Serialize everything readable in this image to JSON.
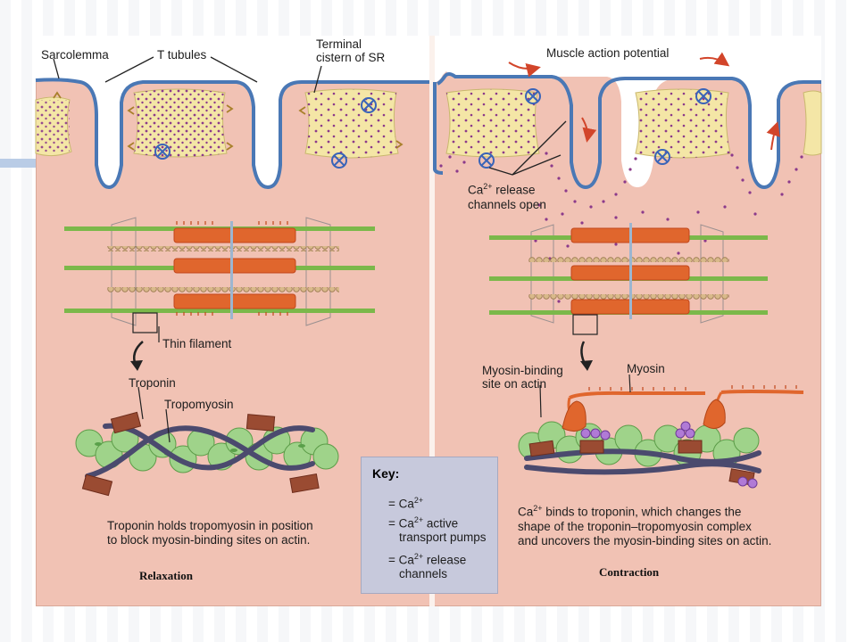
{
  "labels": {
    "sarcolemma": "Sarcolemma",
    "t_tubules": "T tubules",
    "terminal_cistern_1": "Terminal",
    "terminal_cistern_2": "cistern of SR",
    "muscle_action_potential": "Muscle action potential",
    "ca_release_1": "Ca",
    "ca_release_sup": "2+",
    "ca_release_2": " release",
    "ca_release_3": "channels open",
    "thin_filament": "Thin filament",
    "troponin": "Troponin",
    "tropomyosin": "Tropomyosin",
    "myosin_binding_1": "Myosin-binding",
    "myosin_binding_2": "site on actin",
    "myosin": "Myosin"
  },
  "captions": {
    "relaxation_1": "Troponin holds tropomyosin in position",
    "relaxation_2": "to block myosin-binding sites on actin.",
    "contraction_1a": "Ca",
    "contraction_1sup": "2+",
    "contraction_1b": " binds to troponin, which changes the",
    "contraction_2": "shape of the troponin–tropomyosin complex",
    "contraction_3": "and uncovers the myosin-binding sites on actin."
  },
  "states": {
    "relaxation": "Relaxation",
    "contraction": "Contraction"
  },
  "key": {
    "title": "Key:",
    "ca_a": "= Ca",
    "ca_sup": "2+",
    "pump_a": "= Ca",
    "pump_sup": "2+",
    "pump_b": " active",
    "pump_c": "transport pumps",
    "rel_a": "= Ca",
    "rel_sup": "2+",
    "rel_b": " release",
    "rel_c": "channels"
  },
  "colors": {
    "panel": "#f1c2b4",
    "membrane": "#4a78b5",
    "sr": "#f4e6a6",
    "ca_dot": "#8b3a8b",
    "myosin": "#e0662d",
    "actin_green": "#9fd38a",
    "tropomyosin": "#4b4a6e",
    "troponin": "#9a4b32",
    "key_bg": "#c7c9dc"
  }
}
